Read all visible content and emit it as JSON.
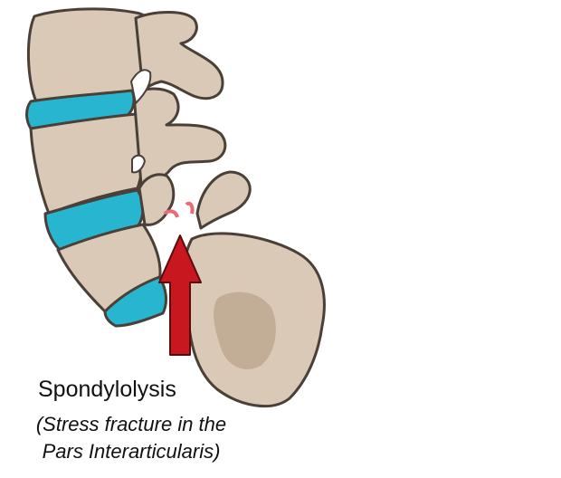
{
  "caption": {
    "title": "Spondylolysis",
    "subtitle_line1": "(Stress fracture in the",
    "subtitle_line2": "Pars Interarticularis)"
  },
  "colors": {
    "bone": "#d9c9b6",
    "bone_shadow": "#b8a690",
    "bone_outline": "#4a4038",
    "disc": "#27b5cf",
    "disc_light": "#6ed3e3",
    "arrow": "#c8171e",
    "arrow_outline": "#5a0b0b",
    "fracture": "#e76b78"
  },
  "icons": {
    "arrow": "up-arrow-icon"
  }
}
